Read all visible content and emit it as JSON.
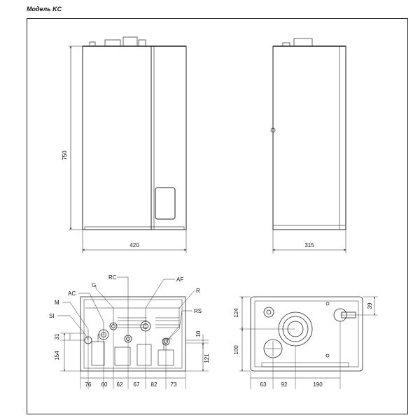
{
  "page": {
    "title": "Модель KC"
  },
  "front_view": {
    "height_label": "750",
    "width_label": "420"
  },
  "side_view": {
    "depth_label": "315"
  },
  "bottom_view": {
    "labels": {
      "rc": "RC",
      "g": "G",
      "ac": "AC",
      "af": "AF",
      "r": "R",
      "m": "M",
      "si": "SI",
      "rs": "RS"
    },
    "dims": {
      "d31": "31",
      "d154": "154",
      "d10": "10",
      "d121": "121",
      "d76": "76",
      "d60": "60",
      "d62": "62",
      "d67": "67",
      "d82": "82",
      "d73": "73"
    }
  },
  "top_view": {
    "dims": {
      "d124": "124",
      "d100": "100",
      "d39": "39",
      "d63": "63",
      "d92": "92",
      "d190": "190"
    }
  }
}
